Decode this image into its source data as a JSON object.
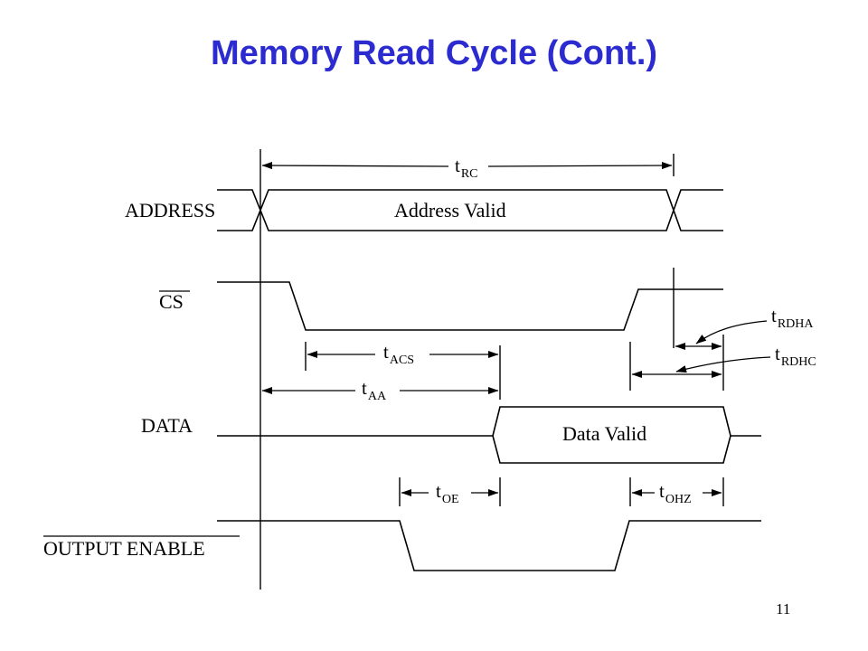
{
  "title": "Memory Read Cycle (Cont.)",
  "signals": {
    "address": "ADDRESS",
    "cs": "CS",
    "data": "DATA",
    "output_enable": "OUTPUT ENABLE"
  },
  "boxes": {
    "address_valid": "Address Valid",
    "data_valid": "Data Valid"
  },
  "timings": {
    "t_rc": {
      "main": "t",
      "sub": "RC"
    },
    "t_acs": {
      "main": "t",
      "sub": "ACS"
    },
    "t_aa": {
      "main": "t",
      "sub": "AA"
    },
    "t_rdha": {
      "main": "t",
      "sub": "RDHA"
    },
    "t_rdhc": {
      "main": "t",
      "sub": "RDHC"
    },
    "t_oe": {
      "main": "t",
      "sub": "OE"
    },
    "t_ohz": {
      "main": "t",
      "sub": "OHZ"
    }
  },
  "page_number": "11",
  "colors": {
    "title": "#2b2bd0",
    "lines": "#000000"
  }
}
